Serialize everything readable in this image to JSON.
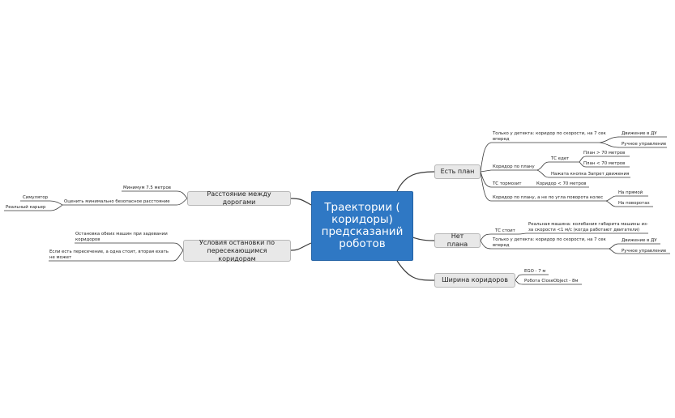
{
  "central": "Траектории ( коридоры) предсказаний роботов",
  "branches": {
    "plan_yes": "Есть план",
    "plan_no": "Нет плана",
    "width": "Ширина коридоров",
    "distance": "Расстояние между дорогами",
    "stop": "Условия остановки по пересекающимся коридорам"
  },
  "plan_yes": {
    "detect_only": "Только у детекта: коридор по скорости, на 7 сек вперед",
    "du_move": "Движение в ДУ",
    "manual": "Ручное управление",
    "by_plan": "Коридор по плану",
    "ts_moving": "ТС едет",
    "plan_gt": "План > 70 метров",
    "plan_lt": "План < 70 метров",
    "stop_button": "Нажата кнопка Запрет движения",
    "ts_braking": "ТС тормозит",
    "corridor_lt": "Коридор < 70 метров",
    "wheel_angle": "Коридор по плану, а не по угла поворота колес",
    "straight": "На прямой",
    "turns": "На поворотах"
  },
  "plan_no": {
    "ts_stands": "ТС стоит",
    "real_machine": "Реальная машина: колебания габарита машины из-за скорости <1 м/с (когда работают двигатели)",
    "detect_only": "Только у детекта: коридор по скорости, на 7 сек вперед",
    "du_move": "Движение в ДУ",
    "manual": "Ручное управление"
  },
  "width": {
    "ego": "EGO - 7 м",
    "robot": "Робота CloseObject - 8м"
  },
  "distance": {
    "min": "Минимум 7.5 метров",
    "estimate": "Оценить минимально безопасное расстояние",
    "sim": "Симулятор",
    "quarry": "Реальный карьер"
  },
  "stop": {
    "both": "Остановка обеих машин при задевании коридоров",
    "one": "Если есть пересечение, а одна стоит, вторая ехать не может"
  },
  "colors": {
    "central": "#2f78c4",
    "branch_bg": "#e8e8e8",
    "line": "#3a3a3a"
  }
}
